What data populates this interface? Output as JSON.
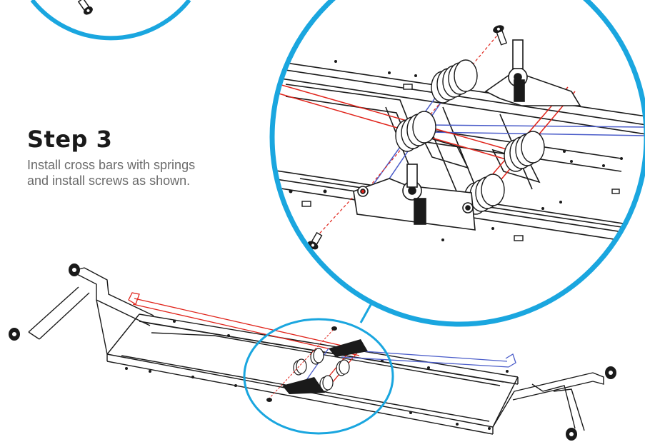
{
  "step": {
    "title": "Step 3",
    "description_lines": [
      "Install cross bars with springs",
      "and install screws as shown."
    ]
  },
  "colors": {
    "callout_circle": "#1aa6df",
    "line_art": "#1a1a1a",
    "red_crossbar": "#e0241b",
    "blue_crossbar": "#4a5cc9"
  },
  "icons": [
    "screw-icon",
    "spring-icon",
    "caster-wheel-icon"
  ]
}
